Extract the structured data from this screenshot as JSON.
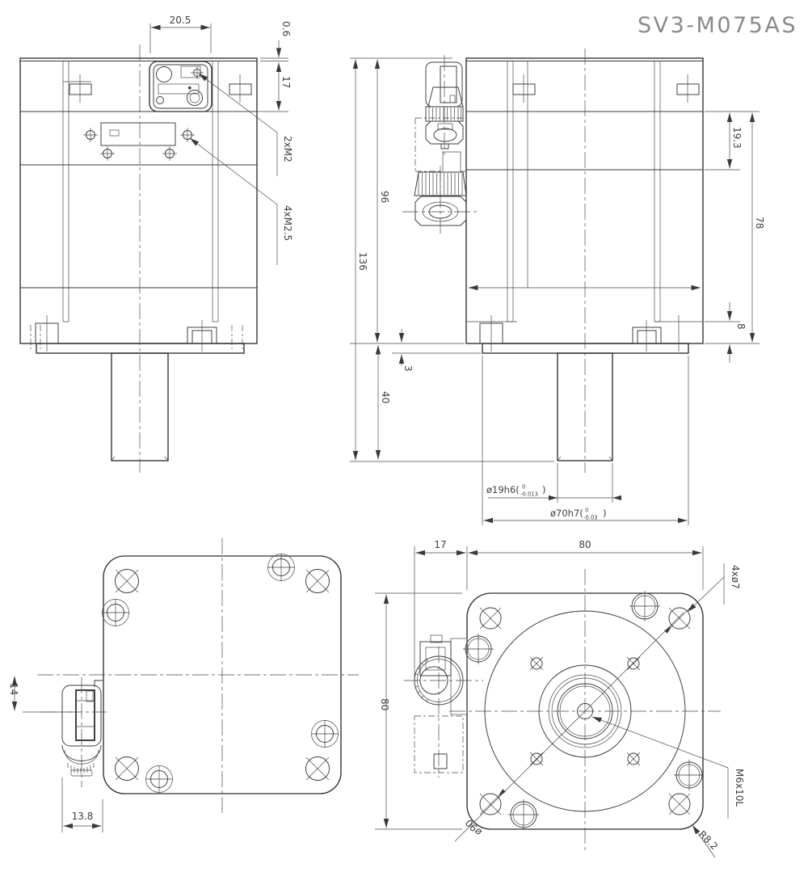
{
  "title": "SV3-M075AS",
  "front_view": {
    "dim_connector_width": "20.5",
    "dim_top_lip": "0.6",
    "dim_rear_cover": "17",
    "label_connector_screws": "2xM2",
    "label_cover_screws": "4xM2.5"
  },
  "side_view": {
    "dim_body_length": "96",
    "dim_total_length": "136",
    "dim_rear_section": "19.3",
    "dim_frame_length": "78",
    "dim_mount_thickness": "8",
    "dim_pilot_height": "3",
    "dim_shaft_length": "40",
    "shaft_diameter": {
      "main": "ø19h6(",
      "tol_upper": "0",
      "tol_lower": "-0.013",
      "close": ")"
    },
    "pilot_diameter": {
      "main": "ø70h7(",
      "tol_upper": "0",
      "tol_lower": "-0.03",
      "close": ")"
    }
  },
  "top_view": {
    "dim_connector_offset": "14",
    "dim_connector_protrusion": "13.8"
  },
  "face_view": {
    "dim_gland_protrusion": "17",
    "dim_flange_width": "80",
    "dim_flange_height": "80",
    "label_mount_holes": "4xø7",
    "label_shaft_thread": "M6x10L",
    "label_corner_radius": "R8.2",
    "label_bolt_circle": "ø90"
  }
}
